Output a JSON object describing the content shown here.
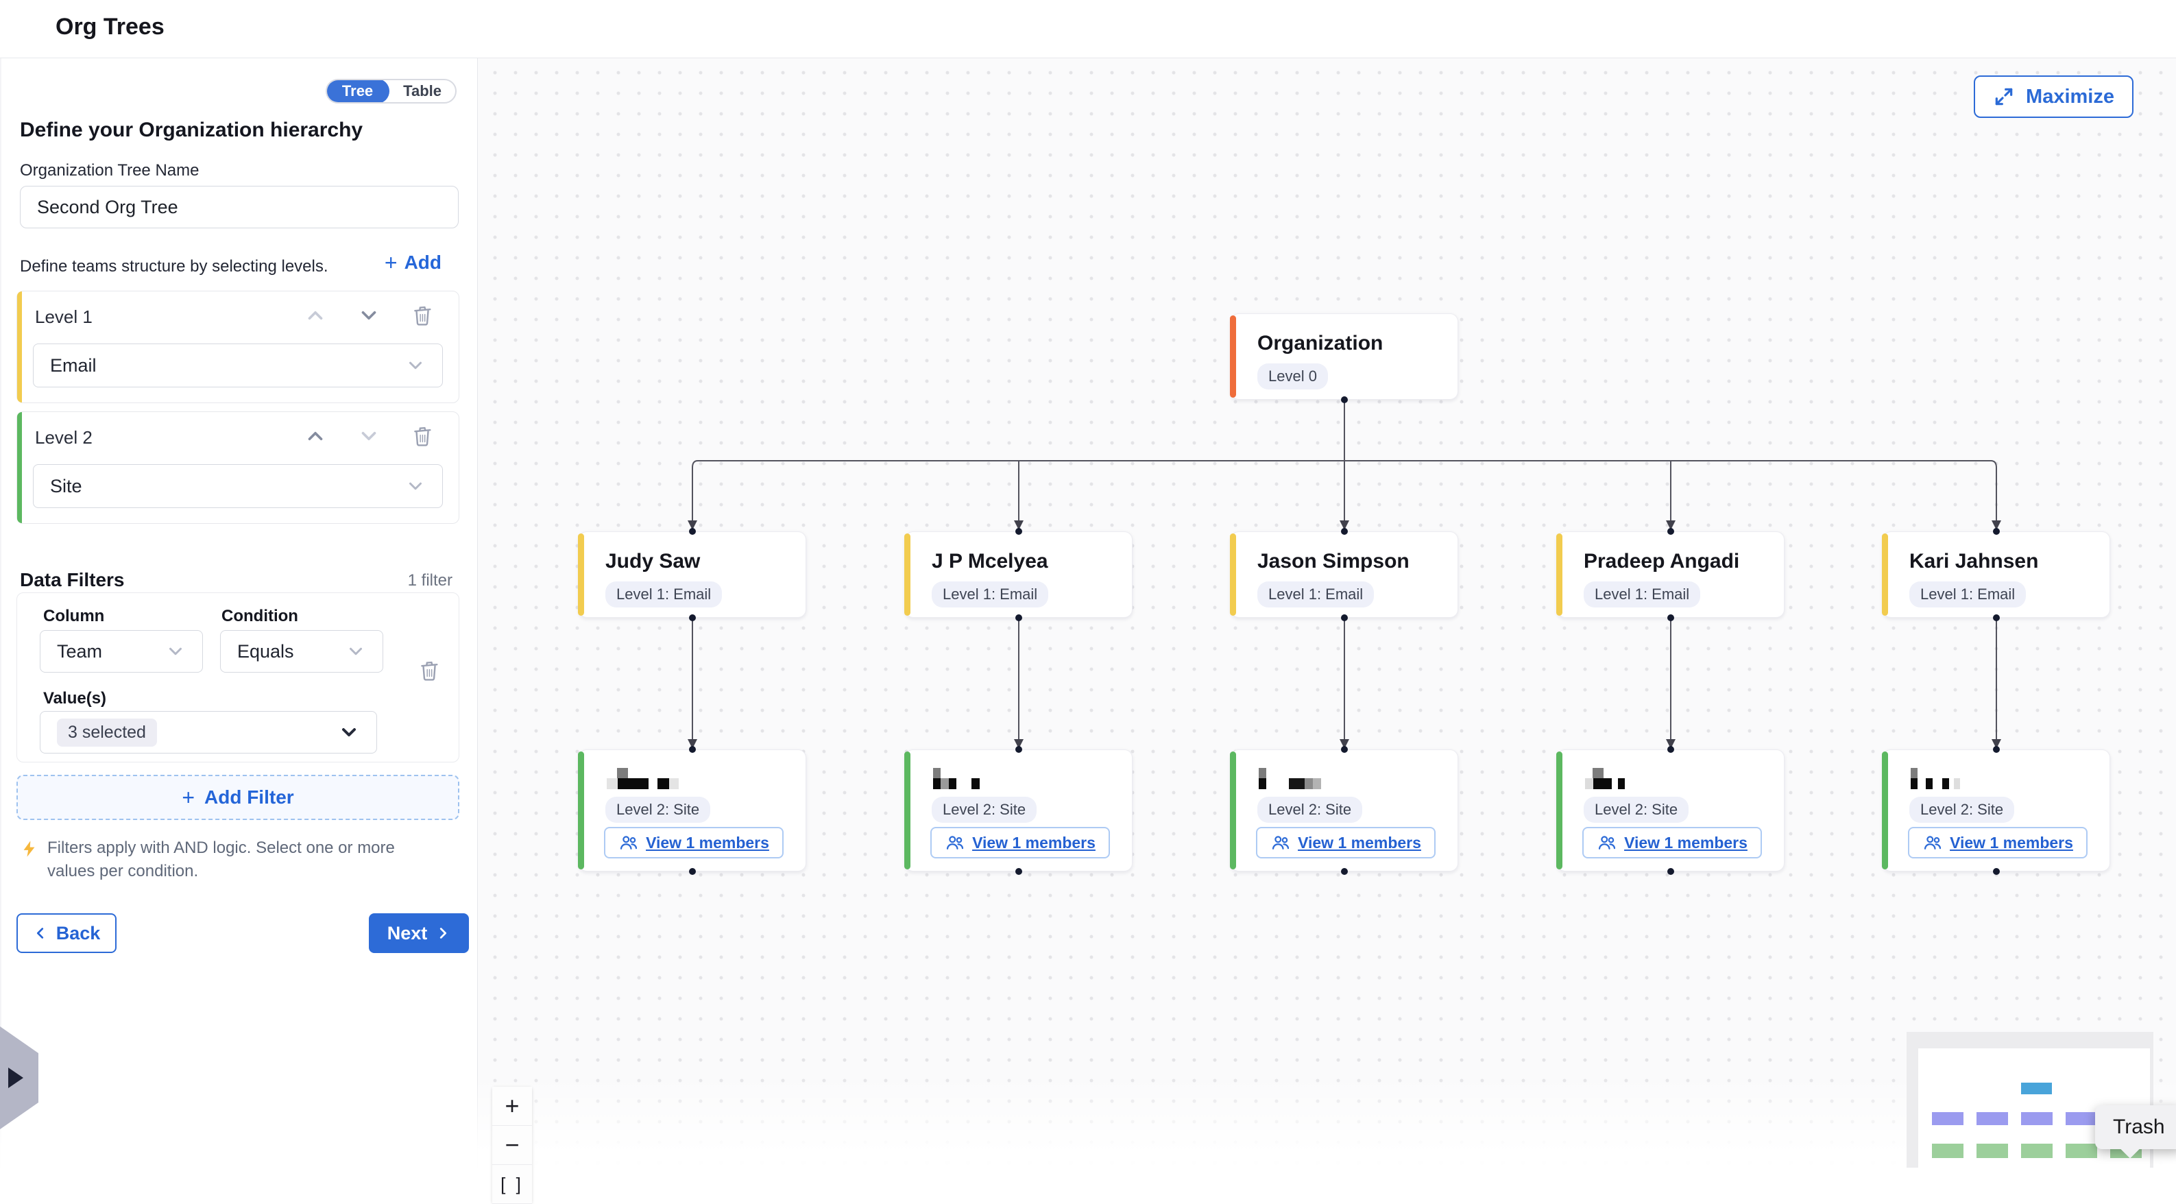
{
  "header": {
    "title": "Org Trees"
  },
  "sidebar": {
    "view_toggle": {
      "tree": "Tree",
      "table": "Table",
      "active": "Tree"
    },
    "heading": "Define your Organization hierarchy",
    "tree_name": {
      "label": "Organization Tree Name",
      "value": "Second Org Tree"
    },
    "levels_hint": "Define teams structure by selecting levels.",
    "add_level_label": "Add",
    "levels": [
      {
        "label": "Level 1",
        "value": "Email",
        "accent": "#F2CC4F",
        "up_enabled": false,
        "down_enabled": true
      },
      {
        "label": "Level 2",
        "value": "Site",
        "accent": "#5CB860",
        "up_enabled": true,
        "down_enabled": false
      }
    ],
    "data_filters": {
      "title": "Data Filters",
      "count_label": "1 filter",
      "column_label": "Column",
      "column_value": "Team",
      "condition_label": "Condition",
      "condition_value": "Equals",
      "values_label": "Value(s)",
      "values_chip": "3 selected"
    },
    "add_filter_label": "Add Filter",
    "note": "Filters apply with AND logic. Select one or more values per condition.",
    "back_label": "Back",
    "next_label": "Next"
  },
  "canvas": {
    "maximize_label": "Maximize",
    "zoom_in_label": "+",
    "zoom_out_label": "−",
    "fit_view_label": "[ ]",
    "tooltip": "Trash",
    "tree": {
      "root": {
        "title": "Organization",
        "badge": "Level 0",
        "accent": "#EF6D3B"
      },
      "level1_accent": "#F2CC4F",
      "level2_accent": "#5CB860",
      "level1": [
        {
          "title": "Judy Saw",
          "badge": "Level 1: Email"
        },
        {
          "title": "J P Mcelyea",
          "badge": "Level 1: Email"
        },
        {
          "title": "Jason Simpson",
          "badge": "Level 1: Email"
        },
        {
          "title": "Pradeep Angadi",
          "badge": "Level 1: Email"
        },
        {
          "title": "Kari Jahnsen",
          "badge": "Level 1: Email"
        }
      ],
      "level2": [
        {
          "badge": "Level 2: Site",
          "members_label": "View 1 members",
          "redaction": [
            [
              15,
              0,
              16,
              15,
              "#7c7c7c"
            ],
            [
              0,
              15,
              16,
              16,
              "#e4e4e4"
            ],
            [
              16,
              15,
              45,
              16,
              "#0b0b0b"
            ],
            [
              74,
              15,
              17,
              16,
              "#0b0b0b"
            ],
            [
              91,
              15,
              14,
              16,
              "#e4e4e4"
            ]
          ]
        },
        {
          "badge": "Level 2: Site",
          "members_label": "View 1 members",
          "redaction": [
            [
              0,
              0,
              11,
              15,
              "#7c7c7c"
            ],
            [
              0,
              15,
              11,
              16,
              "#0b0b0b"
            ],
            [
              11,
              15,
              12,
              16,
              "#9a9a9a"
            ],
            [
              23,
              15,
              11,
              16,
              "#0b0b0b"
            ],
            [
              56,
              15,
              12,
              16,
              "#0b0b0b"
            ]
          ]
        },
        {
          "badge": "Level 2: Site",
          "members_label": "View 1 members",
          "redaction": [
            [
              0,
              0,
              11,
              15,
              "#7c7c7c"
            ],
            [
              0,
              15,
              11,
              16,
              "#0b0b0b"
            ],
            [
              44,
              15,
              23,
              16,
              "#161616"
            ],
            [
              67,
              15,
              12,
              16,
              "#8b8b8b"
            ],
            [
              79,
              15,
              12,
              16,
              "#b3b3b3"
            ]
          ]
        },
        {
          "badge": "Level 2: Site",
          "members_label": "View 1 members",
          "redaction": [
            [
              11,
              0,
              16,
              15,
              "#7c7c7c"
            ],
            [
              0,
              15,
              12,
              16,
              "#dcdcdc"
            ],
            [
              12,
              15,
              27,
              16,
              "#0b0b0b"
            ],
            [
              48,
              15,
              10,
              16,
              "#0b0b0b"
            ]
          ]
        },
        {
          "badge": "Level 2: Site",
          "members_label": "View 1 members",
          "redaction": [
            [
              0,
              0,
              10,
              15,
              "#7c7c7c"
            ],
            [
              0,
              15,
              10,
              16,
              "#0b0b0b"
            ],
            [
              22,
              15,
              10,
              16,
              "#0b0b0b"
            ],
            [
              46,
              15,
              10,
              16,
              "#0b0b0b"
            ],
            [
              63,
              15,
              9,
              16,
              "#dedede"
            ]
          ]
        }
      ]
    },
    "minimap": {
      "root_color": "#49A4DA",
      "level1_color": "#9B9BEF",
      "level2_color": "#9CCF9B",
      "level1_count": 5,
      "level2_count": 5
    }
  }
}
